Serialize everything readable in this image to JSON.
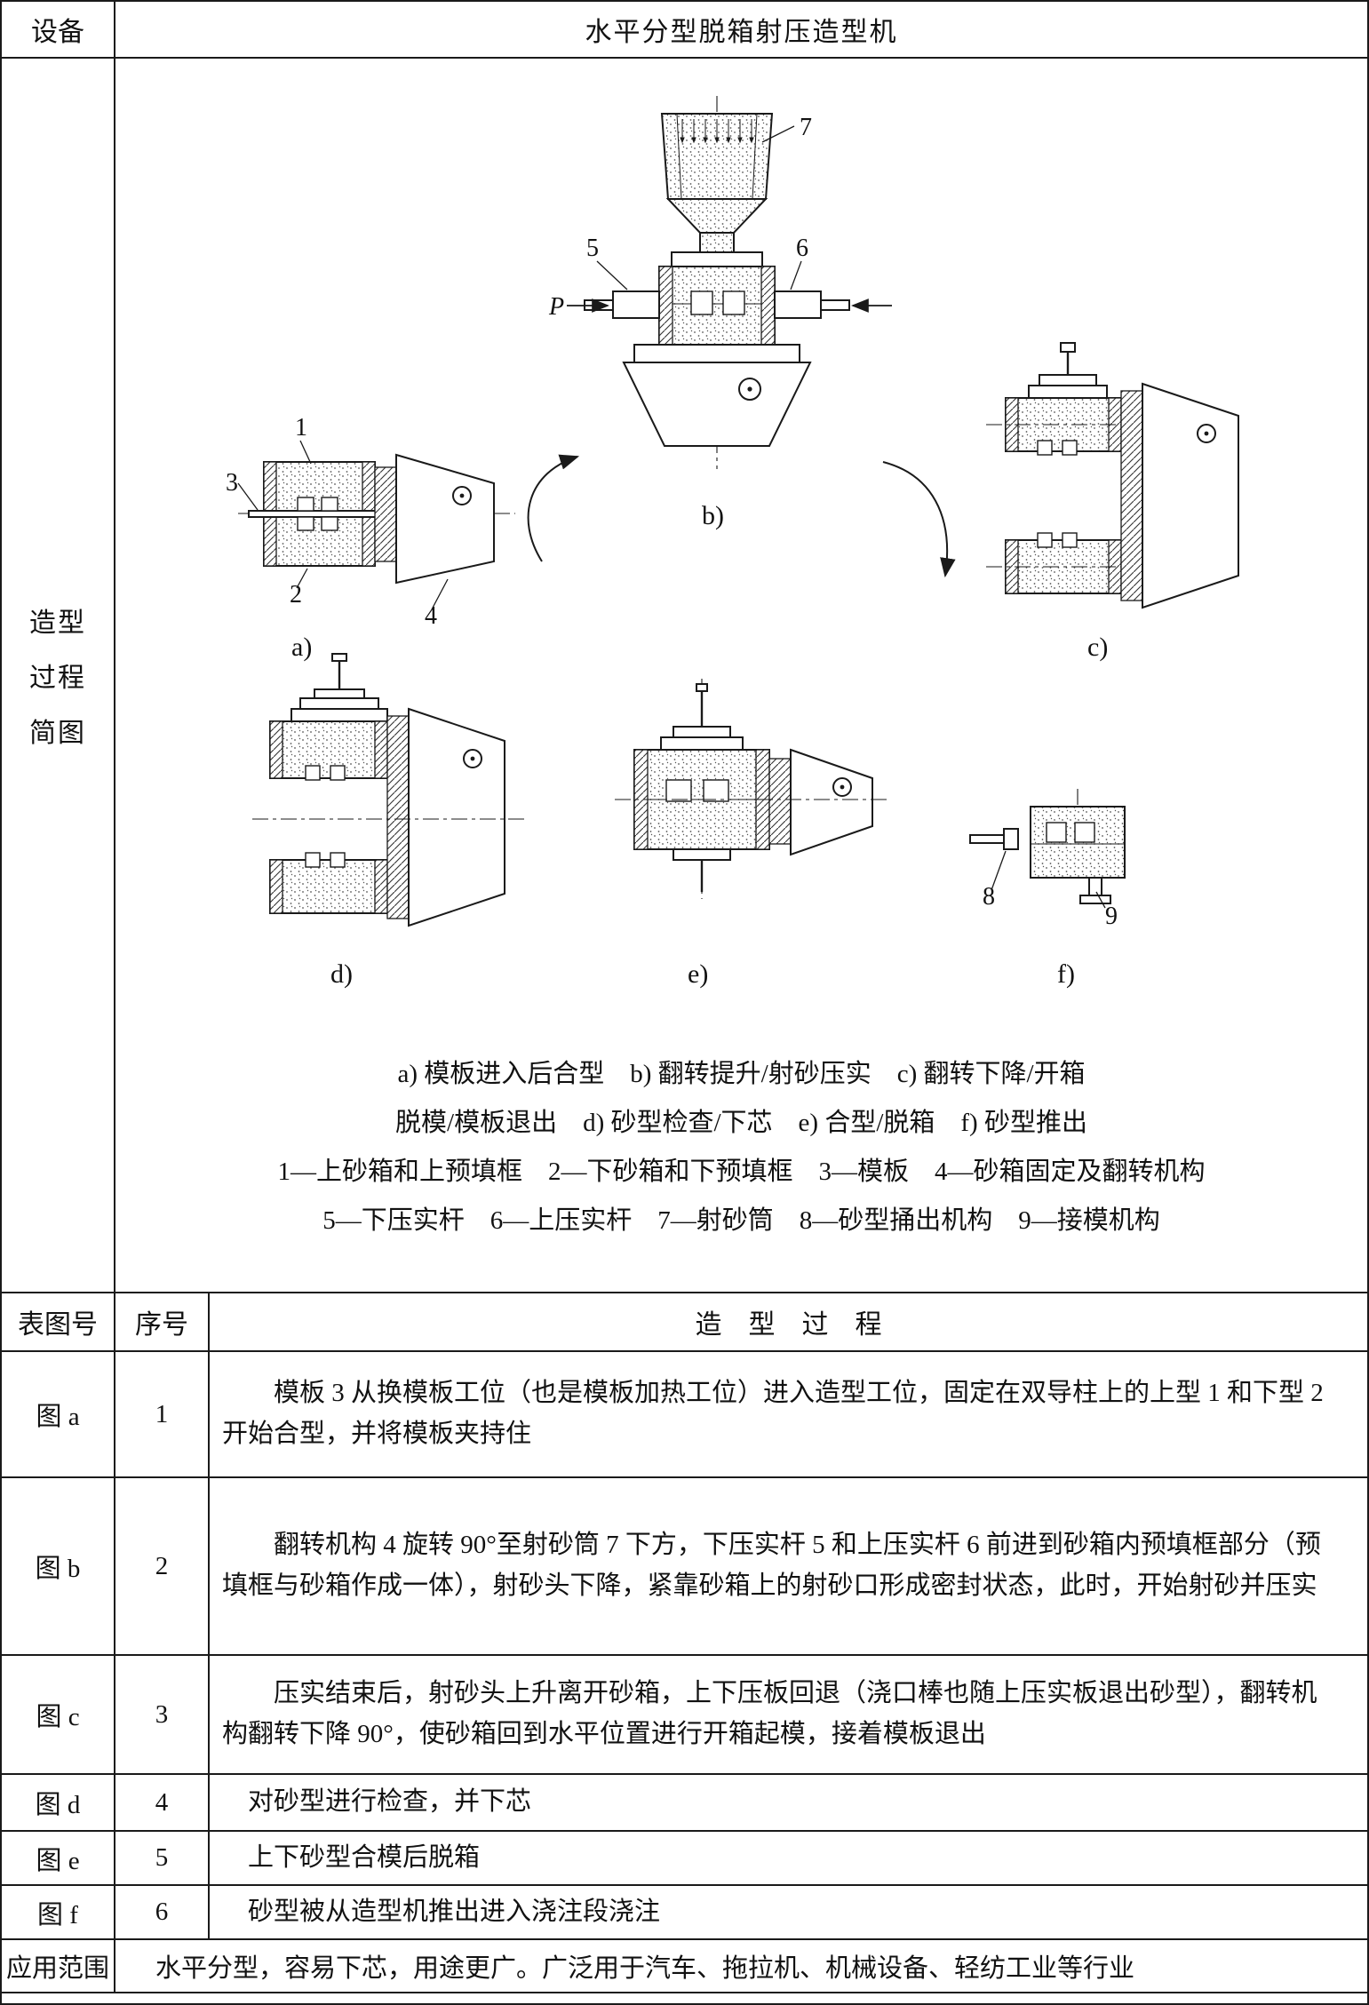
{
  "header": {
    "device_label": "设备",
    "machine_title": "水平分型脱箱射压造型机"
  },
  "diagram": {
    "side_label_lines": [
      "造型",
      "过程",
      "简图"
    ],
    "labels": {
      "fig_a": "a)",
      "fig_b": "b)",
      "fig_c": "c)",
      "fig_d": "d)",
      "fig_e": "e)",
      "fig_f": "f)",
      "p": "P",
      "n1": "1",
      "n2": "2",
      "n3": "3",
      "n4": "4",
      "n5": "5",
      "n6": "6",
      "n7": "7",
      "n8": "8",
      "n9": "9"
    },
    "captions": [
      "a) 模板进入后合型　b) 翻转提升/射砂压实　c) 翻转下降/开箱",
      "脱模/模板退出　d) 砂型检查/下芯　e) 合型/脱箱　f) 砂型推出",
      "1—上砂箱和上预填框　2—下砂箱和下预填框　3—模板　4—砂箱固定及翻转机构",
      "5—下压实杆　6—上压实杆　7—射砂筒　8—砂型捅出机构　9—接模机构"
    ]
  },
  "table": {
    "head": {
      "fig": "表图号",
      "no": "序号",
      "process": "造　型　过　程"
    },
    "rows": [
      {
        "fig": "图 a",
        "no": "1",
        "text": "模板 3 从换模板工位（也是模板加热工位）进入造型工位，固定在双导柱上的上型 1 和下型 2 开始合型，并将模板夹持住"
      },
      {
        "fig": "图 b",
        "no": "2",
        "text": "翻转机构 4 旋转 90°至射砂筒 7 下方，下压实杆 5 和上压实杆 6 前进到砂箱内预填框部分（预填框与砂箱作成一体），射砂头下降，紧靠砂箱上的射砂口形成密封状态，此时，开始射砂并压实"
      },
      {
        "fig": "图 c",
        "no": "3",
        "text": "压实结束后，射砂头上升离开砂箱，上下压板回退（浇口棒也随上压实板退出砂型），翻转机构翻转下降 90°，使砂箱回到水平位置进行开箱起模，接着模板退出"
      },
      {
        "fig": "图 d",
        "no": "4",
        "text": "对砂型进行检查，并下芯"
      },
      {
        "fig": "图 e",
        "no": "5",
        "text": "上下砂型合模后脱箱"
      },
      {
        "fig": "图 f",
        "no": "6",
        "text": "砂型被从造型机推出进入浇注段浇注"
      }
    ],
    "footer": {
      "label": "应用范围",
      "text": "水平分型，容易下芯，用途更广。广泛用于汽车、拖拉机、机械设备、轻纺工业等行业"
    }
  },
  "colors": {
    "ink": "#1a1a1a",
    "paper": "#ffffff"
  }
}
